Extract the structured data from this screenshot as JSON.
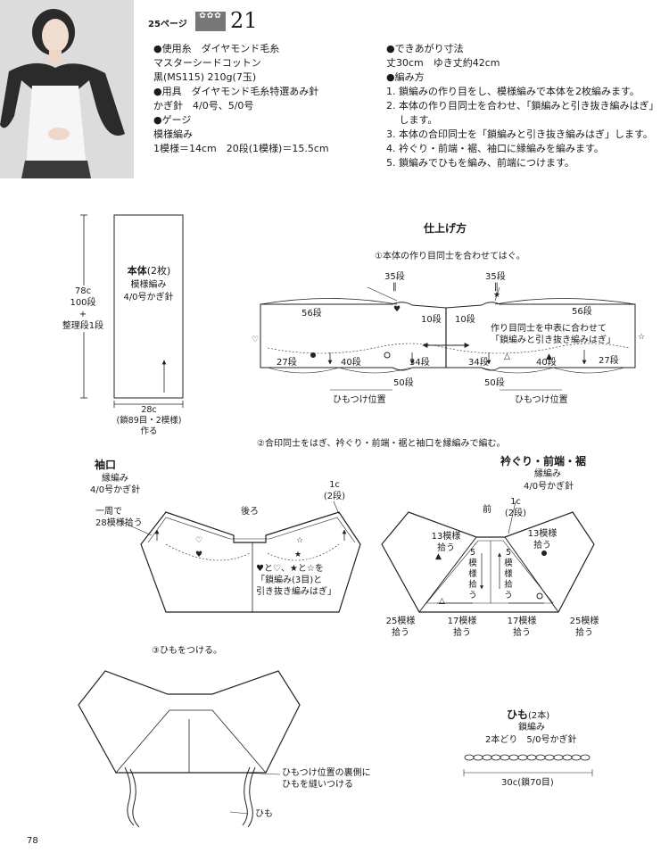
{
  "header": {
    "page_ref": "25ページ",
    "pattern_number": "21",
    "left_column": [
      "●使用糸　ダイヤモンド毛糸",
      "マスターシードコットン",
      "黒(MS115) 210g(7玉)",
      "●用具　ダイヤモンド毛糸特選あみ針",
      "かぎ針　4/0号、5/0号",
      "●ゲージ",
      "模様編み",
      "1模様＝14cm　20段(1模様)＝15.5cm"
    ],
    "right_column": [
      "●できあがり寸法",
      "丈30cm　ゆき丈約42cm",
      "●編み方",
      "1. 鎖編みの作り目をし、模様編みで本体を2枚編みます。",
      "2. 本体の作り目同士を合わせ、「鎖編みと引き抜き編みはぎ」",
      "　 します。",
      "3. 本体の合印同士を「鎖編みと引き抜き編みはぎ」します。",
      "4. 衿ぐり・前端・裾、袖口に縁編みを編みます。",
      "5. 鎖編みでひもを編み、前端につけます。"
    ]
  },
  "body_panel": {
    "title": "本体",
    "count": "(2枚)",
    "stitch": "模様編み",
    "hook": "4/0号かぎ針",
    "height_label": [
      "78c",
      "100段",
      "+",
      "整理段1段"
    ],
    "width_label": [
      "28c",
      "(鎖89目・2模様)",
      "作る"
    ]
  },
  "finish": {
    "title": "仕上げ方",
    "step1": "①本体の作り目同士を合わせてはぐ。",
    "step2": "②合印同士をはぎ、衿ぐり・前端・裾と袖口を縁編みで編む。",
    "step3": "③ひもをつける。"
  },
  "diagram1": {
    "row_35_left": "35段",
    "row_35_right": "35段",
    "row_56_left": "56段",
    "row_56_right": "56段",
    "row_10_left": "10段",
    "row_10_right": "10段",
    "note": [
      "作り目同士を中表に合わせて",
      "「鎖編みと引き抜き編みはぎ」"
    ],
    "row_27_left": "27段",
    "row_40_left": "40段",
    "row_34_left": "34段",
    "row_34_right": "34段",
    "row_40_right": "40段",
    "row_27_right": "27段",
    "row_50_left": "50段",
    "row_50_right": "50段",
    "cord_pos_left": "ひもつけ位置",
    "cord_pos_right": "ひもつけ位置"
  },
  "cuff": {
    "title": "袖口",
    "stitch": "縁編み",
    "hook": "4/0号かぎ針",
    "round_label": [
      "一周で",
      "28模様拾う"
    ],
    "back": "後ろ",
    "top_label": [
      "1c",
      "(2段)"
    ],
    "note": [
      "♥と♡、★と☆を",
      "「鎖編み(3目)と",
      "引き抜き編みはぎ」"
    ]
  },
  "neck": {
    "title": "衿ぐり・前端・裾",
    "stitch": "縁編み",
    "hook": "4/0号かぎ針",
    "front": "前",
    "top_label": [
      "1c",
      "(2段)"
    ],
    "pick13_left": [
      "13模様",
      "拾う"
    ],
    "pick13_right": [
      "13模様",
      "拾う"
    ],
    "pick5_left": [
      "5",
      "模",
      "様",
      "拾",
      "う"
    ],
    "pick5_right": [
      "5",
      "模",
      "様",
      "拾",
      "う"
    ],
    "pick25_left": [
      "25模様",
      "拾う"
    ],
    "pick17_left": [
      "17模様",
      "拾う"
    ],
    "pick17_right": [
      "17模様",
      "拾う"
    ],
    "pick25_right": [
      "25模様",
      "拾う"
    ]
  },
  "final": {
    "note": [
      "ひもつけ位置の裏側に",
      "ひもを縫いつける"
    ],
    "cord": "ひも"
  },
  "string": {
    "title": "ひも",
    "count": "(2本)",
    "stitch": "鎖編み",
    "yarn": "2本どり　5/0号かぎ針",
    "length": "30c(鎖70目)"
  },
  "page_number": "78"
}
